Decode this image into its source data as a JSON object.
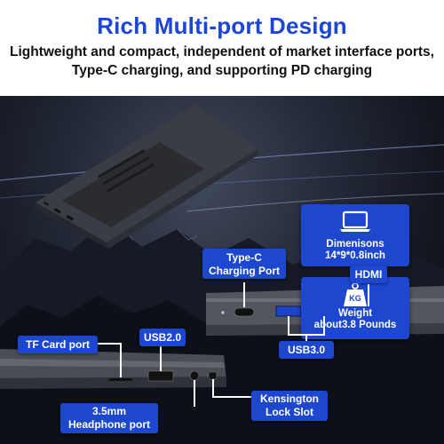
{
  "header": {
    "title": "Rich Multi-port Design",
    "subtitle_line1": "Lightweight and compact, independent of market interface ports,",
    "subtitle_line2": "Type-C charging, and supporting PD charging"
  },
  "specs": [
    {
      "icon": "laptop-icon",
      "line1": "Dimenisons",
      "line2": "14*9*0.8inch"
    },
    {
      "icon": "weight-icon",
      "icon_text": "KG",
      "line1": "Weight",
      "line2": "about3.8 Pounds"
    }
  ],
  "ports": {
    "typec_line1": "Type-C",
    "typec_line2": "Charging Port",
    "hdmi": "HDMI",
    "usb3": "USB3.0",
    "tf": "TF Card port",
    "usb2": "USB2.0",
    "headphone_line1": "3.5mm",
    "headphone_line2": "Headphone port",
    "kensington_line1": "Kensington",
    "kensington_line2": "Lock Slot"
  },
  "colors": {
    "accent": "#1d47cf",
    "title": "#1d45d6",
    "background_dark": "#10131b"
  }
}
